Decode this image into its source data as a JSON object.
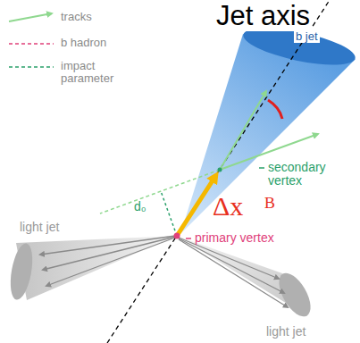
{
  "diagram": {
    "labels": [
      "Jet axis",
      "b jet",
      "secondary vertex",
      "Δx⃗ᴮ",
      "d₀",
      "primary vertex",
      "light jet",
      "light jet"
    ],
    "legend": [
      {
        "text": "tracks"
      },
      {
        "text": "b hadron"
      },
      {
        "text": "impact parameter"
      }
    ]
  }
}
